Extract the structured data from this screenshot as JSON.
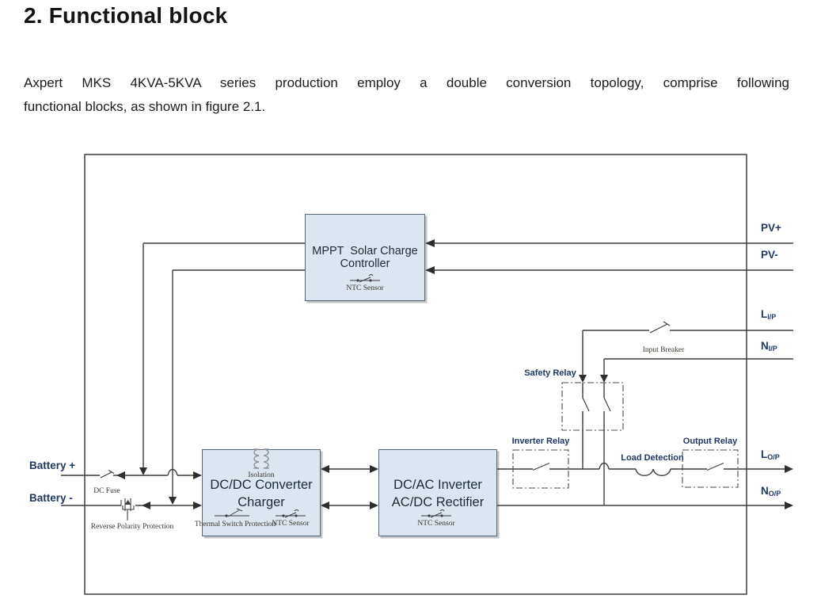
{
  "page": {
    "title": "2. Functional block",
    "para_line1": "Axpert MKS 4KVA-5KVA series production employ a double conversion topology, comprise following",
    "para_line2": "functional blocks, as shown in figure 2.1."
  },
  "blocks": {
    "mppt": {
      "line1": "MPPT  Solar Charge",
      "line2": "Controller",
      "sensor_label": "NTC Sensor"
    },
    "dcdc": {
      "line1": "DC/DC Converter",
      "line2": "Charger",
      "isolation_label": "Isolation",
      "thermal_label": "Thermal Switch Protection",
      "sensor_label": "NTC Sensor"
    },
    "dcac": {
      "line1": "DC/AC Inverter",
      "line2": "AC/DC Rectifier",
      "sensor_label": "NTC Sensor"
    }
  },
  "labels": {
    "battery_plus": "Battery +",
    "battery_minus": "Battery -",
    "dc_fuse": "DC Fuse",
    "reverse_polarity": "Reverse Polarity Protection",
    "safety_relay": "Safety Relay",
    "inverter_relay": "Inverter Relay",
    "output_relay": "Output Relay",
    "load_detection": "Load Detection",
    "input_breaker": "Input Breaker"
  },
  "terminals": {
    "pv_plus": "PV+",
    "pv_minus": "PV-",
    "l_ip": {
      "main": "L",
      "sub": "I/P"
    },
    "n_ip": {
      "main": "N",
      "sub": "I/P"
    },
    "l_op": {
      "main": "L",
      "sub": "O/P"
    },
    "n_op": {
      "main": "N",
      "sub": "O/P"
    }
  },
  "colors": {
    "block_fill": "#dce6f1",
    "block_border": "#55677a",
    "diagram_line": "#3f3f3f",
    "label_navy": "#1f3864",
    "coil_gray": "#8c8c8c"
  }
}
